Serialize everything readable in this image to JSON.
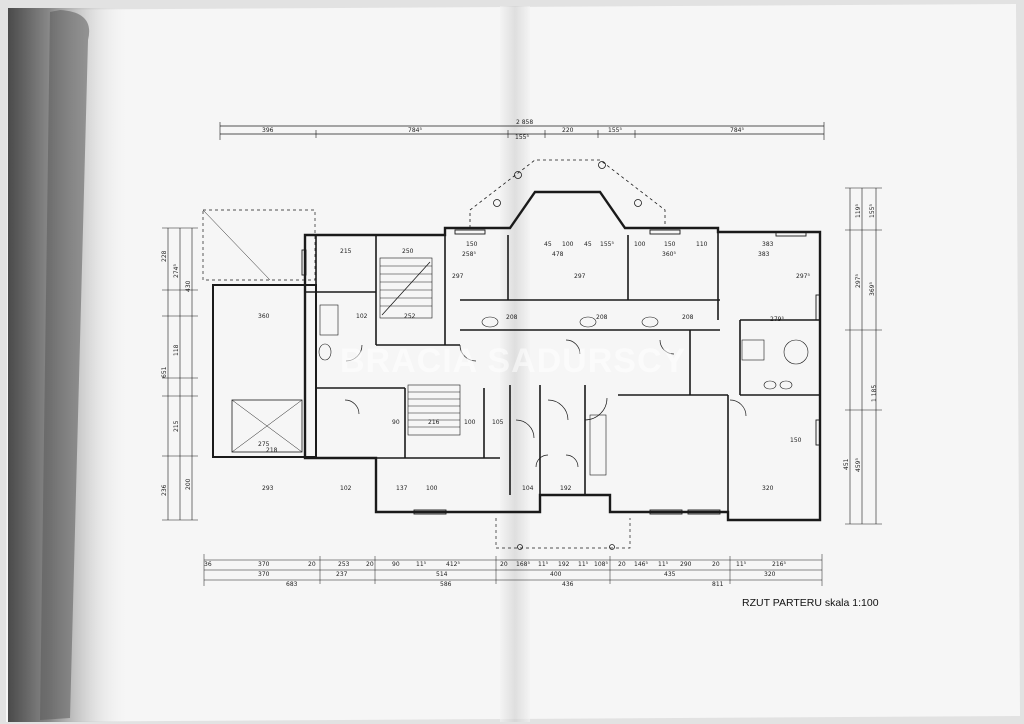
{
  "caption": "RZUT PARTERU skala 1:100",
  "watermark": "BRACIA SADURSCY",
  "top_dimensions": {
    "overall": "2 858",
    "row": [
      "396",
      "784⁵",
      "155⁵",
      "220",
      "155⁵",
      "784⁵"
    ]
  },
  "interior_dimensions": [
    "215",
    "250",
    "150",
    "258⁵",
    "45",
    "100",
    "45",
    "155⁵",
    "100",
    "150",
    "110",
    "383",
    "478",
    "360⁵",
    "383",
    "297",
    "297",
    "297⁵",
    "360",
    "102",
    "252",
    "208",
    "208",
    "208",
    "279⁵",
    "90",
    "216",
    "100",
    "105",
    "150",
    "137",
    "100",
    "102",
    "104",
    "192",
    "320",
    "293",
    "275",
    "218"
  ],
  "left_dimensions": [
    "228",
    "274⁵",
    "430",
    "651",
    "215",
    "118",
    "236",
    "200",
    "1 185"
  ],
  "right_dimensions": [
    "119⁵",
    "155⁵",
    "297⁵",
    "369⁵",
    "451",
    "459⁵"
  ],
  "bottom_dimensions": {
    "row1": [
      "370",
      "20",
      "253",
      "20",
      "90",
      "11⁵",
      "412⁵",
      "20",
      "168⁵",
      "11⁵",
      "192",
      "11⁵",
      "108⁵",
      "20",
      "146⁵",
      "11⁵",
      "290",
      "20",
      "11⁵",
      "216⁵",
      "36"
    ],
    "row2": [
      "370",
      "237",
      "514",
      "400",
      "435",
      "320"
    ],
    "row3": [
      "683",
      "586",
      "436",
      "811"
    ]
  },
  "colors": {
    "paper": "#f6f6f6",
    "ink": "#1a1a1a",
    "shadow": "#3a3a3a"
  }
}
